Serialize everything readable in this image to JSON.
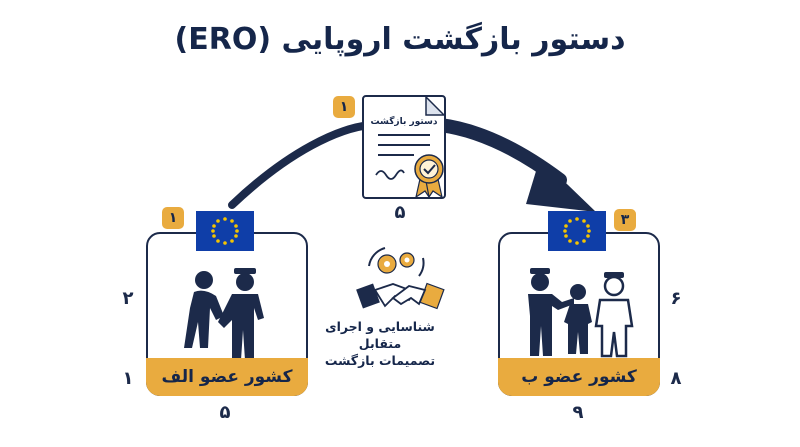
{
  "title": "دستور بازگشت اروپایی (ERO)",
  "document": {
    "badge": "۱",
    "label": "دستور بازگشت",
    "below_number": "۵"
  },
  "left_card": {
    "badge": "۱",
    "label": "کشور عضو الف",
    "side_numbers": [
      "۲",
      "۱"
    ],
    "below_number": "۵"
  },
  "right_card": {
    "badge": "۳",
    "label": "کشور عضو ب",
    "side_numbers": [
      "۶",
      "۸"
    ],
    "below_number": "۹"
  },
  "center": {
    "text_line1": "شناسایی و اجرای متقابل",
    "text_line2": "تصمیمات بازگشت"
  },
  "colors": {
    "navy": "#1c2a4a",
    "gold": "#e9ab3f",
    "eu_blue": "#0f3ea8",
    "eu_star": "#f5c400"
  },
  "icons": [
    "document-icon",
    "seal-icon",
    "eu-flag-icon",
    "arrest-icon",
    "handshake-gears-icon",
    "police-escort-icon"
  ]
}
